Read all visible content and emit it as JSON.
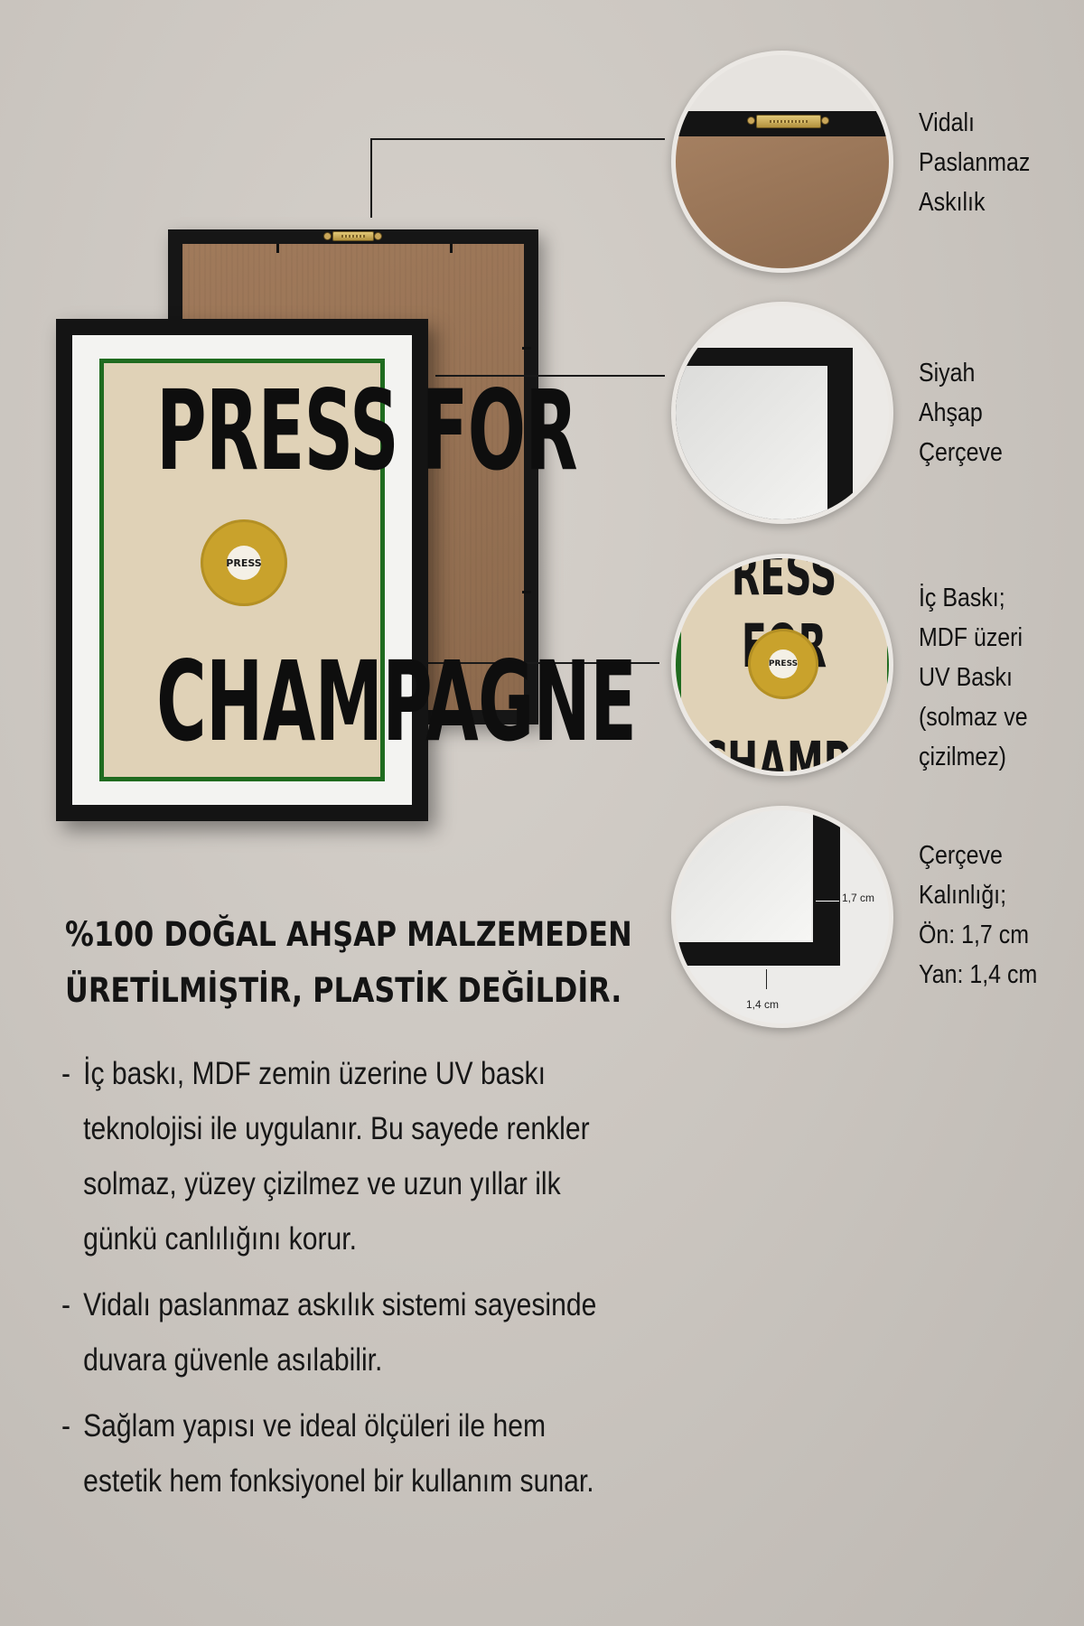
{
  "poster": {
    "line1": "PRESS FOR",
    "button_text": "PRESS",
    "line2": "CHAMPAGNE"
  },
  "callouts": [
    {
      "id": "hanger",
      "label": "Vidalı\nPaslanmaz\nAskılık"
    },
    {
      "id": "frame",
      "label": "Siyah\nAhşap\nÇerçeve"
    },
    {
      "id": "print",
      "label": "İç Baskı;\nMDF üzeri\nUV Baskı\n(solmaz ve\nçizilmez)"
    },
    {
      "id": "thickness",
      "label": "Çerçeve\nKalınlığı;\nÖn: 1,7 cm\nYan: 1,4 cm"
    }
  ],
  "zoom_print": {
    "top_text": "RESS FOR",
    "button_text": "PRESS",
    "bottom_text": "CHAMPAGNE"
  },
  "dimensions": {
    "front": "1,7 cm",
    "side": "1,4 cm"
  },
  "headline": {
    "line1": "%100 DOĞAL AHŞAP MALZEMEDEN",
    "line2": "ÜRETİLMİŞTİR, PLASTİK DEĞİLDİR."
  },
  "bullets": [
    {
      "dash": "-",
      "text": "İç baskı, MDF zemin üzerine UV baskı teknolojisi ile uygulanır. Bu sayede renkler solmaz, yüzey çizilmez ve uzun yıllar ilk günkü canlılığını korur."
    },
    {
      "dash": "-",
      "text": "Vidalı paslanmaz askılık sistemi sayesinde duvara güvenle asılabilir."
    },
    {
      "dash": "-",
      "text": "Sağlam yapısı ve ideal ölçüleri ile hem estetik hem fonksiyonel bir kullanım sunar."
    }
  ],
  "colors": {
    "frame": "#141414",
    "poster_bg": "#e0d2b7",
    "poster_border": "#1f6b1f",
    "button": "#c9a22c",
    "backing": "#8d6a4d"
  }
}
